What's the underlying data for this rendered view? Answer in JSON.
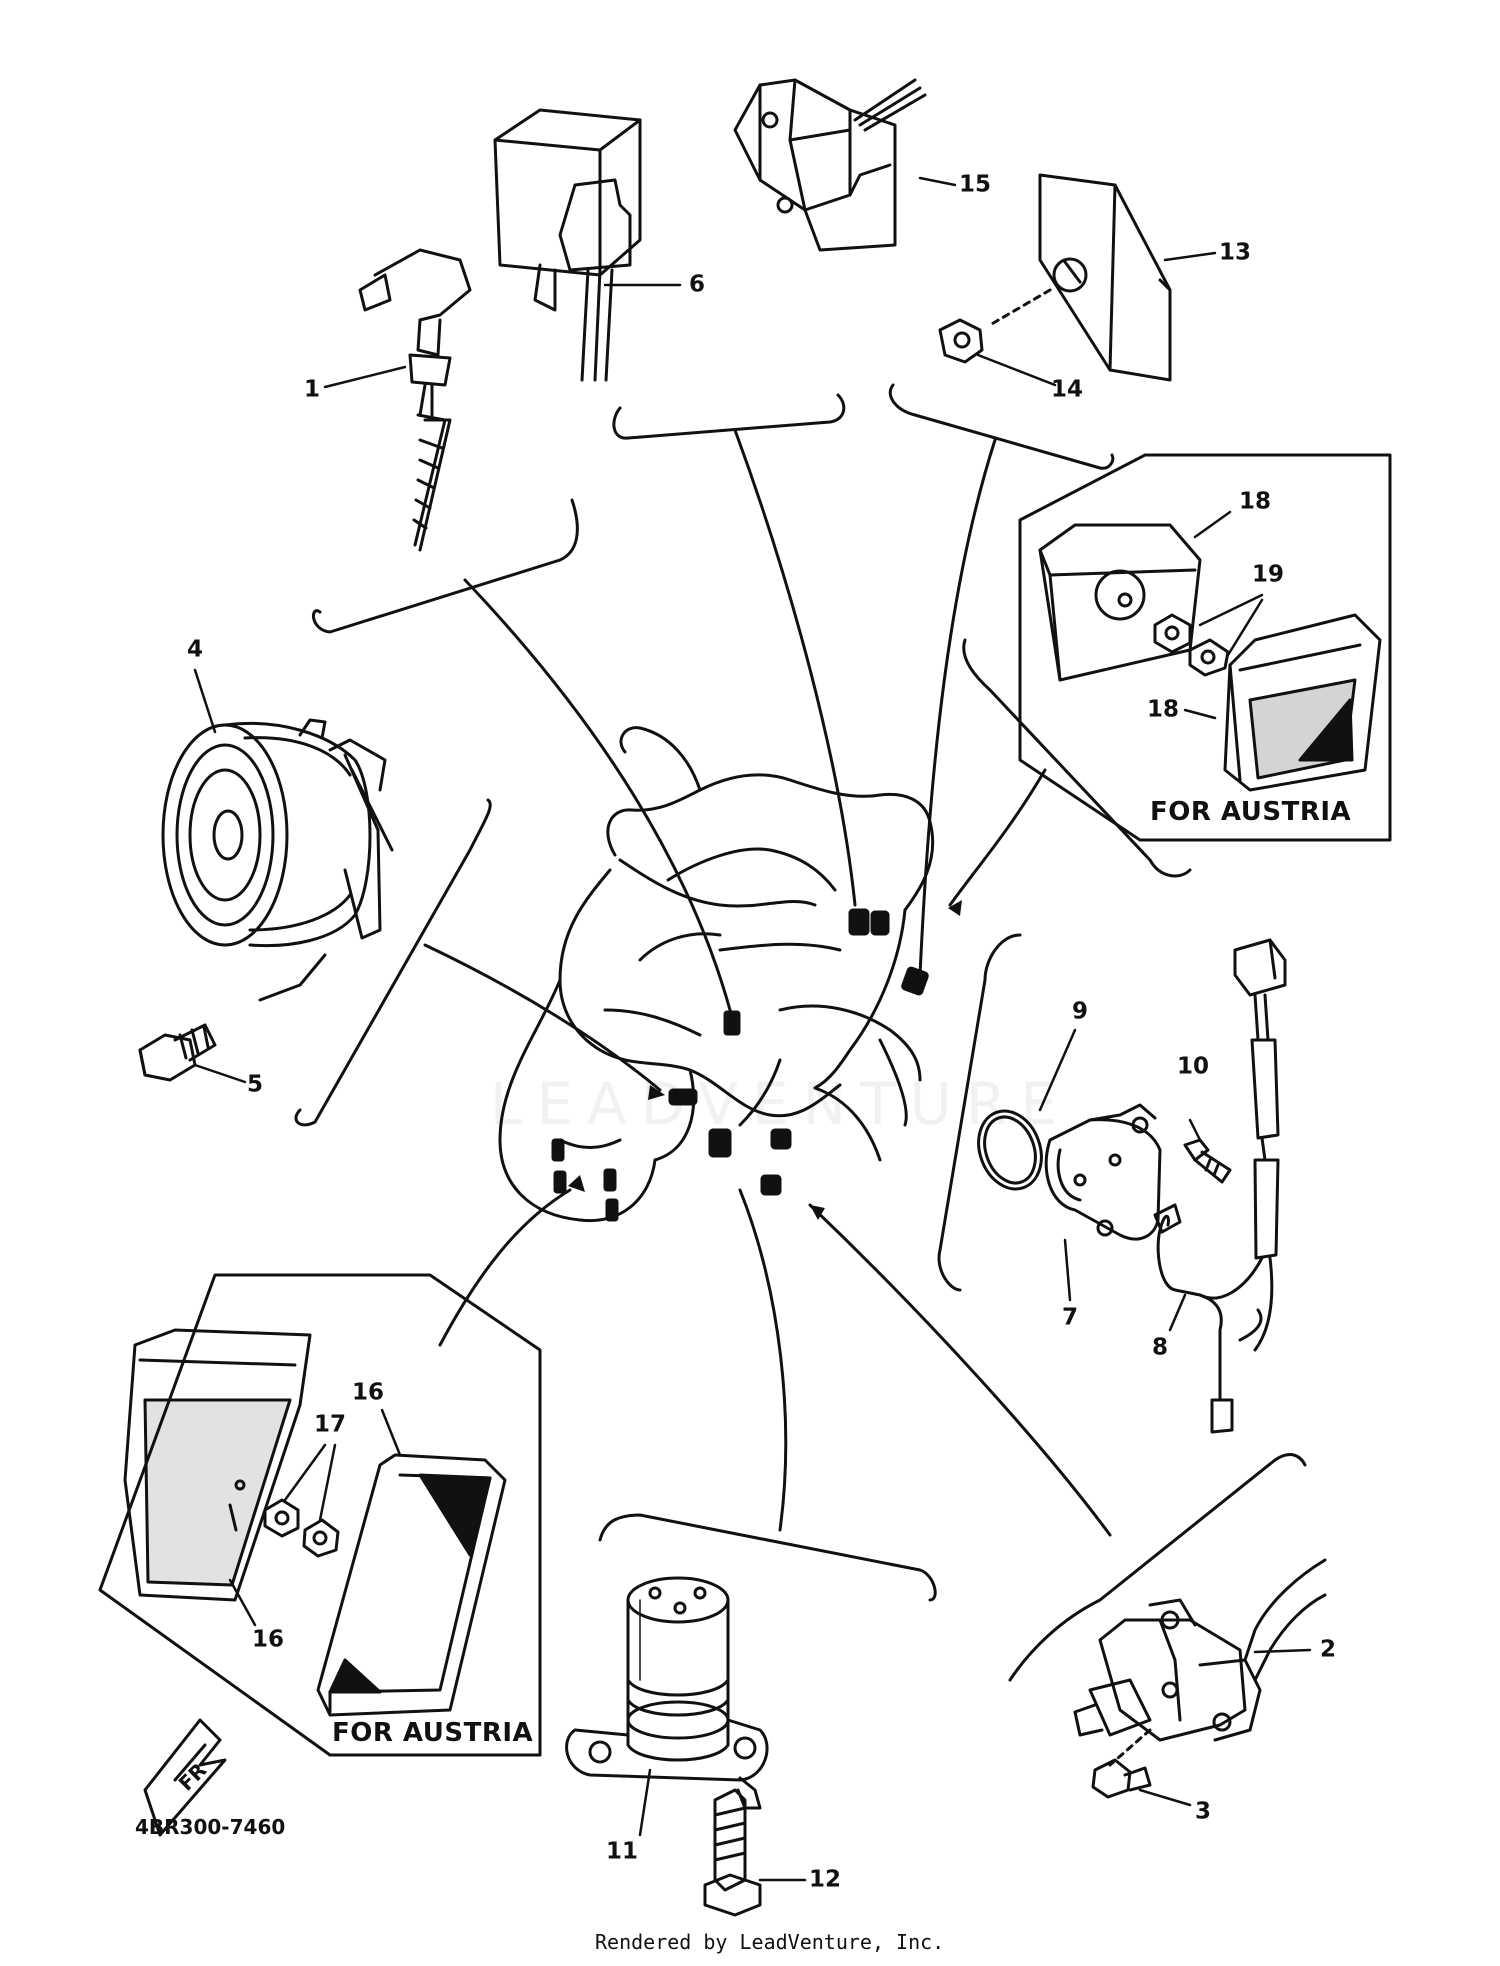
{
  "diagram": {
    "part_numbers": [
      "1",
      "2",
      "3",
      "4",
      "5",
      "6",
      "7",
      "8",
      "9",
      "10",
      "11",
      "12",
      "13",
      "14",
      "15",
      "16",
      "16",
      "17",
      "18",
      "18",
      "19"
    ],
    "variant_label_right": "FOR AUSTRIA",
    "variant_label_left": "FOR AUSTRIA",
    "diagram_code": "4BR300-7460",
    "watermark": "LEADVENTURE",
    "footer": "Rendered by LeadVenture, Inc."
  }
}
